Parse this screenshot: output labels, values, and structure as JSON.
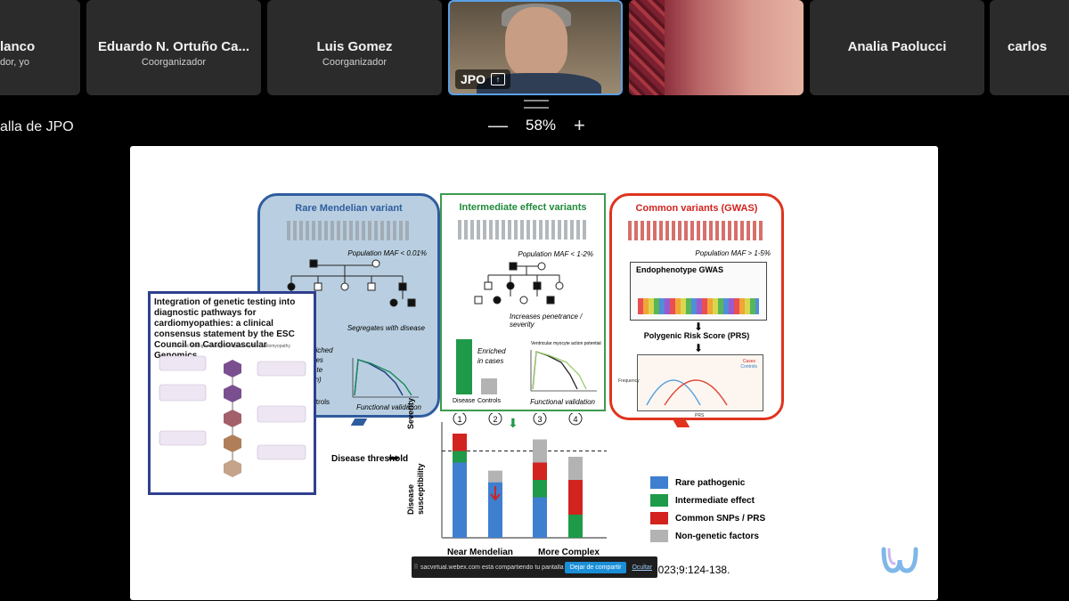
{
  "participants": [
    {
      "name": "lanco",
      "role": "dor, yo"
    },
    {
      "name": "Eduardo N. Ortuño Ca...",
      "role": "Coorganizador"
    },
    {
      "name": "Luis Gomez",
      "role": "Coorganizador"
    },
    {
      "name": "JPO",
      "role": ""
    },
    {
      "name": "Analia Paolucci",
      "role": ""
    },
    {
      "name": "carlos",
      "role": ""
    }
  ],
  "share_title": "alla de JPO",
  "zoom": {
    "minus": "—",
    "value": "58%",
    "plus": "+"
  },
  "slide": {
    "panels": {
      "blue": {
        "title": "Rare Mendelian variant",
        "maf": "Population MAF < 0.01%",
        "segregates": "Segregates with disease",
        "enriched": "Enriched cases egate rden)",
        "controls": "ontrols",
        "functional": "Functional validation"
      },
      "green": {
        "title": "Intermediate effect variants",
        "maf": "Population MAF < 1-2%",
        "penetrance": "Increases penetrance / severity",
        "enriched": "Enriched in cases",
        "disease": "Disease",
        "controls": "Controls",
        "ap_title": "Ventricular myocyte action potential",
        "functional": "Functional validation"
      },
      "red": {
        "title": "Common variants (GWAS)",
        "maf": "Population MAF > 1-5%",
        "gwas": "Endophenotype GWAS",
        "prs": "Polygenic Risk Score (PRS)",
        "cases": "Cases",
        "ctrls": "Controls",
        "freq": "Frequency",
        "prs_axis": "PRS"
      }
    },
    "inset": {
      "title": "Integration of genetic testing into diagnostic pathways for cardiomyopathies: a clinical consensus statement by the ESC Council on Cardiovascular Genomics",
      "subtitle": "Genetic testing and diagnostic pathway for cardiomyopathy"
    },
    "chart": {
      "threshold_label": "Disease threshold",
      "severity_label": "Severity",
      "susceptibility_label": "Disease susceptibility",
      "x_left": "Near Mendelian",
      "x_right": "More Complex",
      "column_numbers": [
        "1",
        "2",
        "3",
        "4"
      ]
    },
    "legend": [
      {
        "label": "Rare pathogenic",
        "color": "#3f7fd0"
      },
      {
        "label": "Intermediate effect",
        "color": "#1f9a48"
      },
      {
        "label": "Common SNPs / PRS",
        "color": "#d2231f"
      },
      {
        "label": "Non-genetic factors",
        "color": "#b3b3b3"
      }
    ],
    "citation": "2023;9:124-138."
  },
  "share_notice": {
    "message": "sacvirtual.webex.com está compartiendo tu pantalla",
    "stop": "Dejar de compartir",
    "hide": "Ocultar"
  },
  "chart_data": {
    "type": "bar",
    "categories": [
      "1",
      "2",
      "3",
      "4"
    ],
    "series": [
      {
        "name": "Rare pathogenic",
        "values": [
          65,
          48,
          35,
          0
        ]
      },
      {
        "name": "Intermediate effect",
        "values": [
          10,
          0,
          15,
          20
        ]
      },
      {
        "name": "Common SNPs / PRS",
        "values": [
          15,
          0,
          15,
          30
        ]
      },
      {
        "name": "Non-genetic factors",
        "values": [
          0,
          10,
          20,
          20
        ]
      }
    ],
    "threshold": 75,
    "ylim": [
      0,
      100
    ]
  }
}
